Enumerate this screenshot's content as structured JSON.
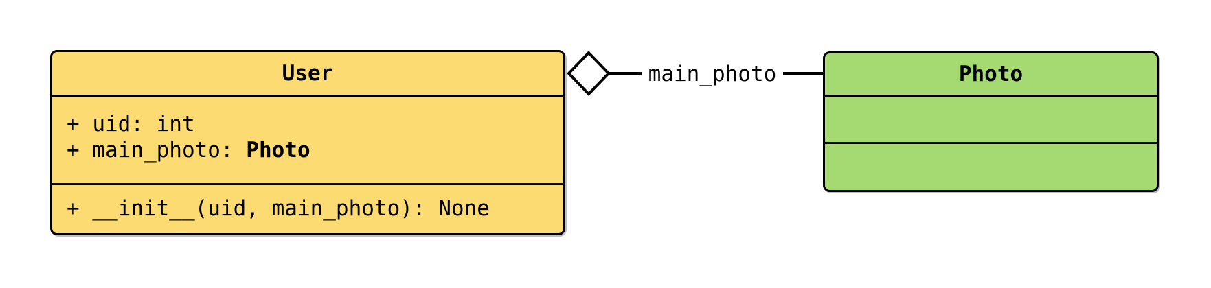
{
  "diagram_type": "uml-class-diagram",
  "classes": {
    "user": {
      "name": "User",
      "fill_color": "#FCDB72",
      "attributes": [
        {
          "text": "+ uid: int"
        },
        {
          "text": "+ main_photo: ",
          "type_bold": "Photo"
        }
      ],
      "methods": [
        {
          "text": "+ __init__(uid, main_photo): None"
        }
      ]
    },
    "photo": {
      "name": "Photo",
      "fill_color": "#A5D972",
      "attributes": [],
      "methods": []
    }
  },
  "relationship": {
    "type": "aggregation",
    "diamond_end": "User",
    "label": "main_photo"
  },
  "colors": {
    "background": "#ffffff",
    "stroke": "#000000",
    "diamond_fill": "#ffffff"
  }
}
